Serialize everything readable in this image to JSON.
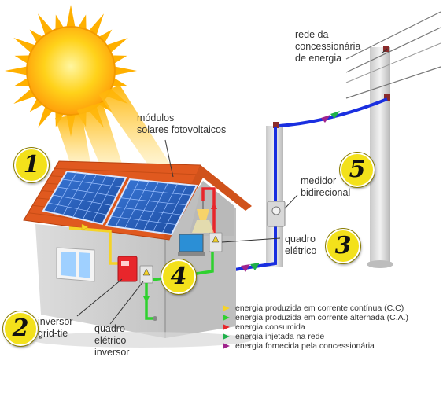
{
  "labels": {
    "modules": "módulos\nsolares fotovoltaicos",
    "grid": "rede da\nconcessionária\nde energia",
    "meter": "medidor\nbidirecional",
    "panel": "quadro\nelétrico",
    "inverter": "inversor\ngrid-tie",
    "inverter_panel": "quadro\nelétrico\ninversor"
  },
  "numbers": [
    "1",
    "2",
    "3",
    "4",
    "5"
  ],
  "legend": [
    {
      "text": "energia produzida em corrente contínua (C.C)",
      "color": "#f5d327"
    },
    {
      "text": "energia produzida em corrente alternada (C.A.)",
      "color": "#2fd12f"
    },
    {
      "text": "energia consumida",
      "color": "#e8262b"
    },
    {
      "text": "energia injetada na rede",
      "color": "#1fb04a"
    },
    {
      "text": "energia fornecida pela concessionária",
      "color": "#a0248c"
    }
  ],
  "colors": {
    "dc": "#f5d327",
    "ac": "#2fd12f",
    "consumed": "#e8262b",
    "grid_wire": "#1a2fe0",
    "roof": "#e0591f",
    "panel": "#2a66c8",
    "sun": "#ffc20e"
  }
}
